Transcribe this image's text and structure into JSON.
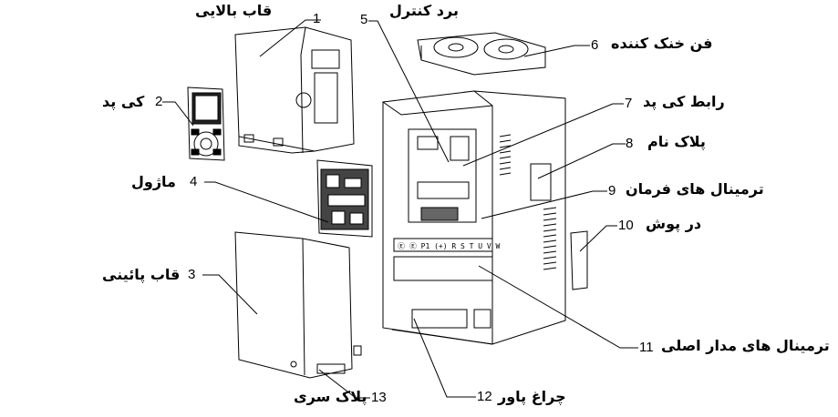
{
  "components": [
    {
      "number": "1",
      "label": "قاب بالایی"
    },
    {
      "number": "2",
      "label": "کی پد"
    },
    {
      "number": "3",
      "label": "قاب پائینی"
    },
    {
      "number": "4",
      "label": "ماژول"
    },
    {
      "number": "5",
      "label": "برد کنترل"
    },
    {
      "number": "6",
      "label": "فن خنک کننده"
    },
    {
      "number": "7",
      "label": "رابط کی پد"
    },
    {
      "number": "8",
      "label": "پلاک نام"
    },
    {
      "number": "9",
      "label": "ترمینال های فرمان"
    },
    {
      "number": "10",
      "label": "در پوش"
    },
    {
      "number": "11",
      "label": "ترمینال های مدار اصلی"
    },
    {
      "number": "12",
      "label": "چراغ پاور"
    },
    {
      "number": "13",
      "label": "پلاک سری"
    }
  ],
  "terminal_strip_text": "Ⓔ Ⓔ P1 (+) R S T U V W"
}
